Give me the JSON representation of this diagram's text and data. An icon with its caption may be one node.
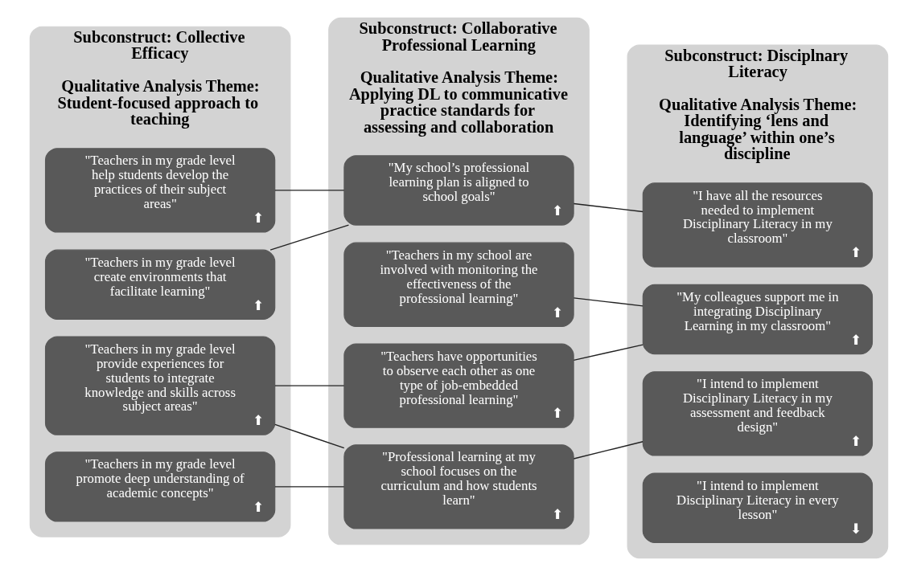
{
  "diagram": {
    "nodes": [
      {
        "text": [
          "Subconstruct: Collective Efficacy",
          "Qualitative Analysis Theme: Student-focused approach to teaching"
        ]
      },
      {
        "text": [
          "\"Teachers in my grade level provide experiences for students to integrate knowledge and skills across subject areas\"",
          "⬆"
        ],
        "in": 0
      },
      {
        "text": [
          "\"Teachers in my grade level help students develop the practices of their subject areas\"",
          "⬆"
        ],
        "in": 0
      },
      {
        "text": [
          "\"Teachers in my grade level create environments that facilitate learning\"",
          "⬆"
        ],
        "in": 0
      },
      {
        "text": [
          "\"Teachers in my grade level promote deep understanding of academic concepts\"",
          "⬆"
        ],
        "in": 0
      },
      {
        "text": [
          "Subconstruct: Collaborative Professional Learning",
          "Qualitative Analysis Theme: Applying DL to communicative practice standards for assessing and collaboration"
        ]
      },
      {
        "text": [
          "\"Teachers have opportunities to observe each other as one type of job-embedded professional learning\"",
          "⬆"
        ],
        "in": 5
      },
      {
        "text": [
          "\"My school’s professional learning plan is aligned to school goals\"",
          "⬆"
        ],
        "in": 5
      },
      {
        "text": [
          "\"Professional learning at my school focuses on the curriculum and how students learn\"",
          "⬆"
        ],
        "in": 5
      },
      {
        "text": [
          "\"Teachers in my school are involved with monitoring the effectiveness of the professional learning\"",
          "⬆"
        ],
        "in": 5
      },
      {
        "text": [
          "Subconstruct: Disciplnary Literacy",
          "Qualitative Analysis Theme: Identifying ‘lens and language’ within one’s discipline"
        ]
      },
      {
        "text": [
          "\"My colleagues support me in integrating Disciplinary Learning in my classroom\"",
          "⬆"
        ],
        "in": 10
      },
      {
        "text": [
          "\"I intend to implement Disciplinary Literacy in my assessment and feedback design\"",
          "⬆"
        ],
        "in": 10
      },
      {
        "text": [
          "\"I have all the resources needed to implement Disciplinary Literacy in my classroom\"",
          "⬆"
        ],
        "in": 10
      },
      {
        "text": [
          "\"I intend to implement Disciplinary Literacy in every lesson\"",
          "⬇"
        ],
        "in": 10
      }
    ],
    "edges": [
      {
        "from": 1,
        "to": 6,
        "arrow": "none"
      },
      {
        "from": 1,
        "to": 8,
        "arrow": "none"
      },
      {
        "from": 2,
        "to": 7,
        "arrow": "none"
      },
      {
        "from": 3,
        "to": 7,
        "arrow": "none"
      },
      {
        "from": 4,
        "to": 8,
        "arrow": "none"
      },
      {
        "from": 6,
        "to": 11,
        "arrow": "none"
      },
      {
        "from": 7,
        "to": 13,
        "arrow": "none"
      },
      {
        "from": 8,
        "to": 12,
        "arrow": "none"
      },
      {
        "from": 9,
        "to": 11,
        "arrow": "none"
      }
    ]
  }
}
